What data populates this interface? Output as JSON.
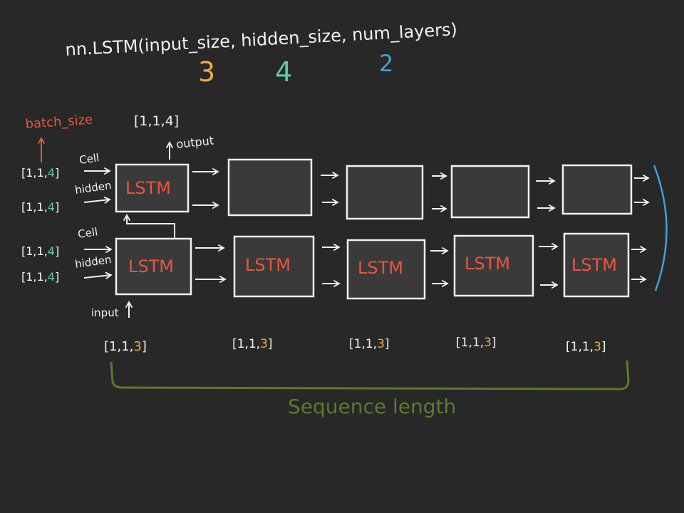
{
  "header": {
    "signature": "nn.LSTM(input_size, hidden_size, num_layers)",
    "input_size_value": "3",
    "hidden_size_value": "4",
    "num_layers_value": "2"
  },
  "labels": {
    "batch_size": "batch_size",
    "output_shape": "[1,1,4]",
    "output": "output",
    "cell": "Cell",
    "hidden": "hidden",
    "input": "input",
    "sequence_length": "Sequence length"
  },
  "state_shapes": [
    {
      "prefix": "[1,1,",
      "value": "4",
      "suffix": "]"
    },
    {
      "prefix": "[1,1,",
      "value": "4",
      "suffix": "]"
    },
    {
      "prefix": "[1,1,",
      "value": "4",
      "suffix": "]"
    },
    {
      "prefix": "[1,1,",
      "value": "4",
      "suffix": "]"
    }
  ],
  "input_shapes": [
    {
      "prefix": "[1,1,",
      "value": "3",
      "suffix": "]"
    },
    {
      "prefix": "[1,1,",
      "value": "3",
      "suffix": "]"
    },
    {
      "prefix": "[1,1,",
      "value": "3",
      "suffix": "]"
    },
    {
      "prefix": "[1,1,",
      "value": "3",
      "suffix": "]"
    },
    {
      "prefix": "[1,1,",
      "value": "3",
      "suffix": "]"
    }
  ],
  "cells": {
    "top": [
      "LSTM",
      "",
      "",
      "",
      ""
    ],
    "bottom": [
      "LSTM",
      "LSTM",
      "LSTM",
      "LSTM",
      "LSTM"
    ]
  },
  "colors": {
    "ink": "#f2f2f2",
    "lstm_text": "#e8553d",
    "batch": "#e8553d",
    "input_size": "#f2a93b",
    "hidden_size": "#5fc9a3",
    "num_layers": "#3ba4d6",
    "sequence": "#5a7a2e",
    "box_fill": "#3a3a3a"
  }
}
